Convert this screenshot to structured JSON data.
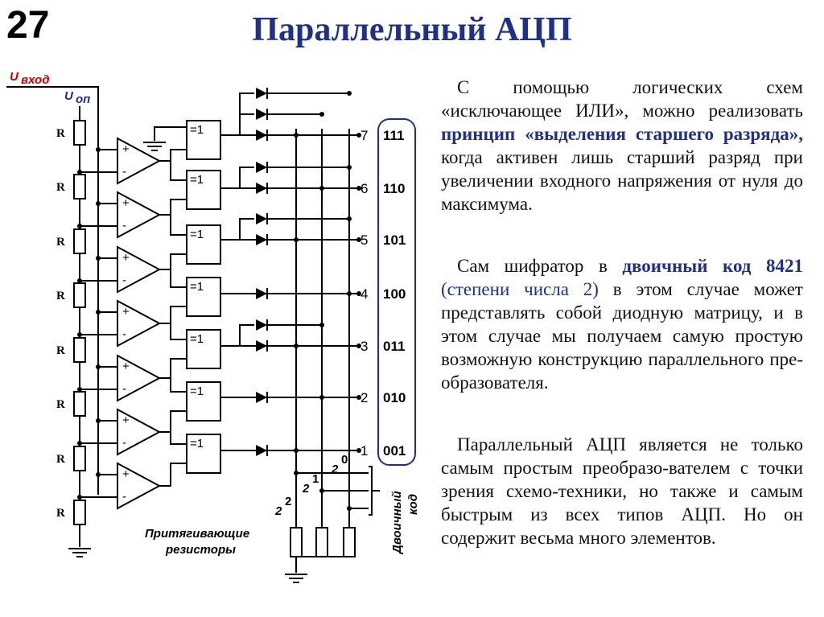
{
  "slide_number": "27",
  "title": "Параллельный АЦП",
  "paragraphs": {
    "p1": {
      "before": "С помощью логических схем «исключающее ИЛИ», можно реализовать ",
      "highlight": "принцип «выделения старшего разряда»,",
      "after": " когда активен лишь старший разряд при увеличении входного напряжения от нуля до максимума."
    },
    "p2": {
      "before": "Сам шифратор в ",
      "highlight": "двоичный код 8421",
      "blue": " (степени числа 2)",
      "after": " в этом случае может представлять собой диодную матрицу, и в этом случае мы получаем самую простую возможную конструкцию параллельного пре-образователя."
    },
    "p3": "Параллельный АЦП является не только самым простым преобразо-вателем с точки зрения схемо-техники, но также и самым быстрым из всех типов АЦП. Но он содержит весьма много элементов."
  },
  "diagram": {
    "u_in_label": "U",
    "u_in_sub": "вход",
    "u_ref_label": "U",
    "u_ref_sub": "оп",
    "resistor_label": "R",
    "xor_label": "=1",
    "plus": "+",
    "minus": "-",
    "pull_label_1": "Притягивающие",
    "pull_label_2": "резисторы",
    "binary_label_1": "Двоичный",
    "binary_label_2": "код",
    "bit_base": "2",
    "bit_exponents": [
      "0",
      "1",
      "2"
    ],
    "levels": [
      "7",
      "6",
      "5",
      "4",
      "3",
      "2",
      "1"
    ],
    "codes": [
      "111",
      "110",
      "101",
      "100",
      "011",
      "010",
      "001"
    ],
    "colors": {
      "title": "#1f2f8c",
      "input_label": "#cc0000",
      "ref_label": "#1f2f8c"
    }
  }
}
